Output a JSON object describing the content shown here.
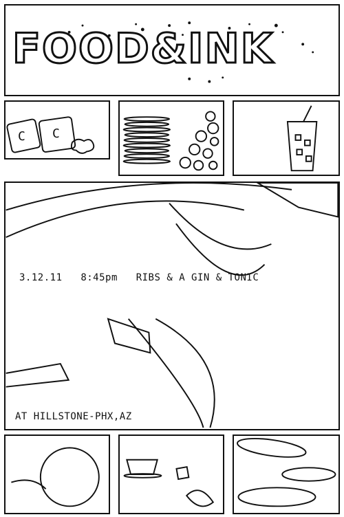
{
  "header": {
    "title": "FOOD&INK"
  },
  "main": {
    "entry_date": "3.12.11",
    "entry_time": "8:45pm",
    "entry_meal": "RIBS & A GIN & TONIC",
    "location": "AT HILLSTONE-PHX,AZ"
  },
  "top_row": {
    "coaster_letter_left": "C",
    "coaster_letter_right": "C"
  }
}
